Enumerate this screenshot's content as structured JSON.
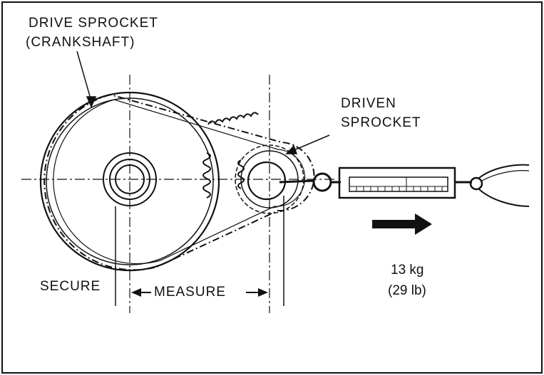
{
  "labels": {
    "drive_sprocket": "DRIVE SPROCKET",
    "crankshaft": "(CRANKSHAFT)",
    "driven": "DRIVEN",
    "sprocket": "SPROCKET",
    "secure": "SECURE",
    "measure": "MEASURE",
    "force_kg": "13 kg",
    "force_lb": "(29 lb)"
  },
  "colors": {
    "ink": "#111111",
    "background": "#ffffff"
  }
}
